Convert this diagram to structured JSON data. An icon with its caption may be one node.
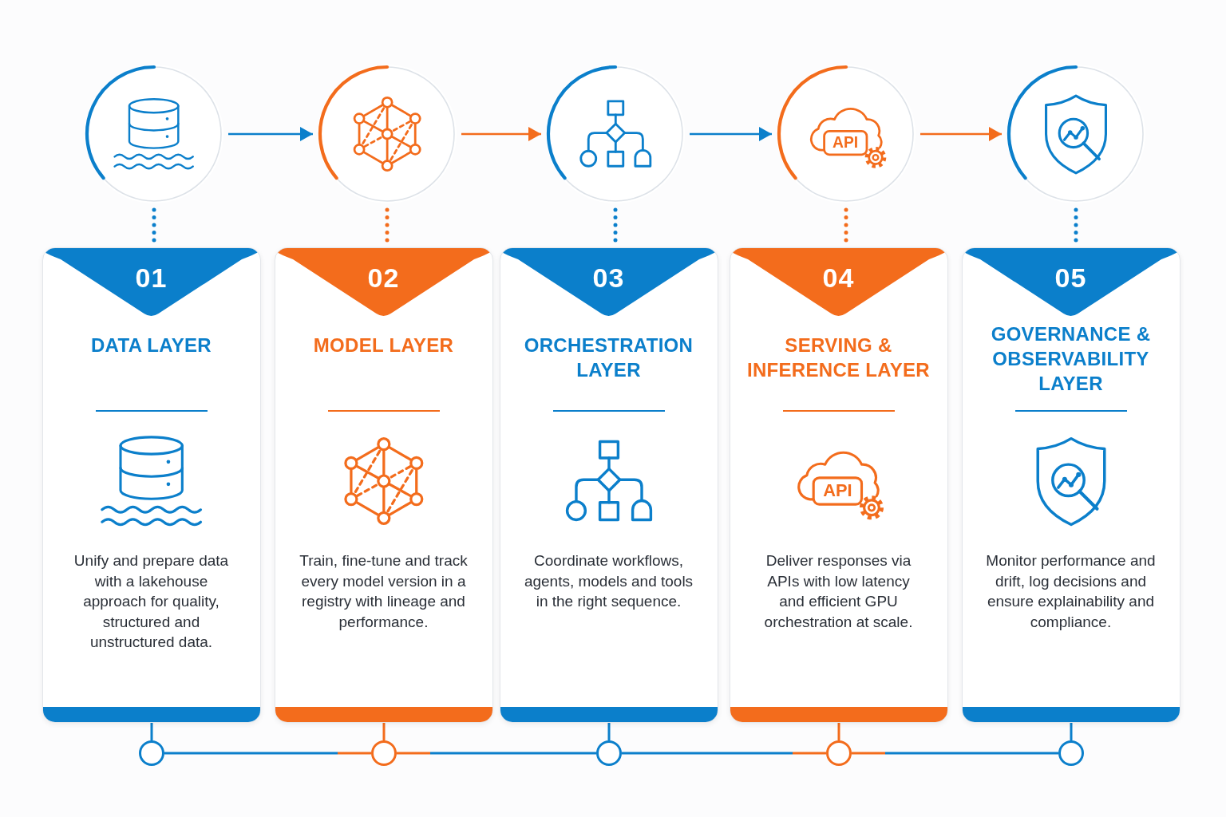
{
  "diagram": {
    "nodes": [
      {
        "text": [],
        "shape": "circle"
      },
      {
        "text": [],
        "shape": "circle"
      },
      {
        "text": [],
        "shape": "circle"
      },
      {
        "text": [
          "API"
        ]
      },
      {
        "text": [],
        "shape": "circle"
      },
      {
        "text": [
          "01",
          "DATA LAYER",
          "Unify and prepare data with a lakehouse approach for quality, structured and unstructured data."
        ]
      },
      {
        "text": [
          "02",
          "MODEL LAYER",
          "Train, fine-tune and track every model version in a registry with lineage and performance."
        ]
      },
      {
        "text": [
          "03",
          "ORCHESTRATION LAYER",
          "Coordinate workflows, agents, models and tools in the right sequence."
        ]
      },
      {
        "text": [
          "04",
          "SERVING & INFERENCE LAYER",
          "API",
          "Deliver responses via APIs with low latency and efficient GPU orchestration at scale."
        ]
      },
      {
        "text": [
          "05",
          "GOVERNANCE & OBSERVABILITY LAYER",
          "Monitor performance and drift, log decisions and ensure explainability and compliance."
        ]
      },
      {
        "text": [],
        "shape": "circle"
      },
      {
        "text": [],
        "shape": "circle"
      },
      {
        "text": [],
        "shape": "circle"
      },
      {
        "text": [],
        "shape": "circle"
      },
      {
        "text": [],
        "shape": "circle"
      }
    ],
    "edges": [
      {
        "from": 0,
        "to": 1,
        "arrow": "to",
        "color": "#0b7fcb"
      },
      {
        "from": 1,
        "to": 2,
        "arrow": "to",
        "color": "#f36c1c"
      },
      {
        "from": 2,
        "to": 3,
        "arrow": "to",
        "color": "#0b7fcb"
      },
      {
        "from": 3,
        "to": 4,
        "arrow": "to",
        "color": "#f36c1c"
      },
      {
        "from": 0,
        "to": 5,
        "arrow": "none",
        "style": "dashed",
        "color": "#0b7fcb"
      },
      {
        "from": 1,
        "to": 6,
        "arrow": "none",
        "style": "dashed",
        "color": "#f36c1c"
      },
      {
        "from": 2,
        "to": 7,
        "arrow": "none",
        "style": "dashed",
        "color": "#0b7fcb"
      },
      {
        "from": 3,
        "to": 8,
        "arrow": "none",
        "style": "dashed",
        "color": "#f36c1c"
      },
      {
        "from": 4,
        "to": 9,
        "arrow": "none",
        "style": "dashed",
        "color": "#0b7fcb"
      },
      {
        "from": 5,
        "to": 10,
        "arrow": "none",
        "color": "#0b7fcb"
      },
      {
        "from": 6,
        "to": 11,
        "arrow": "none",
        "color": "#f36c1c"
      },
      {
        "from": 7,
        "to": 12,
        "arrow": "none",
        "color": "#0b7fcb"
      },
      {
        "from": 8,
        "to": 13,
        "arrow": "none",
        "color": "#f36c1c"
      },
      {
        "from": 9,
        "to": 14,
        "arrow": "none",
        "color": "#0b7fcb"
      },
      {
        "from": 10,
        "to": 11,
        "arrow": "none",
        "color": "#0b7fcb"
      },
      {
        "from": 11,
        "to": 12,
        "arrow": "none",
        "color": "#0b7fcb"
      },
      {
        "from": 12,
        "to": 13,
        "arrow": "none",
        "color": "#0b7fcb"
      },
      {
        "from": 13,
        "to": 14,
        "arrow": "none",
        "color": "#0b7fcb"
      }
    ]
  }
}
